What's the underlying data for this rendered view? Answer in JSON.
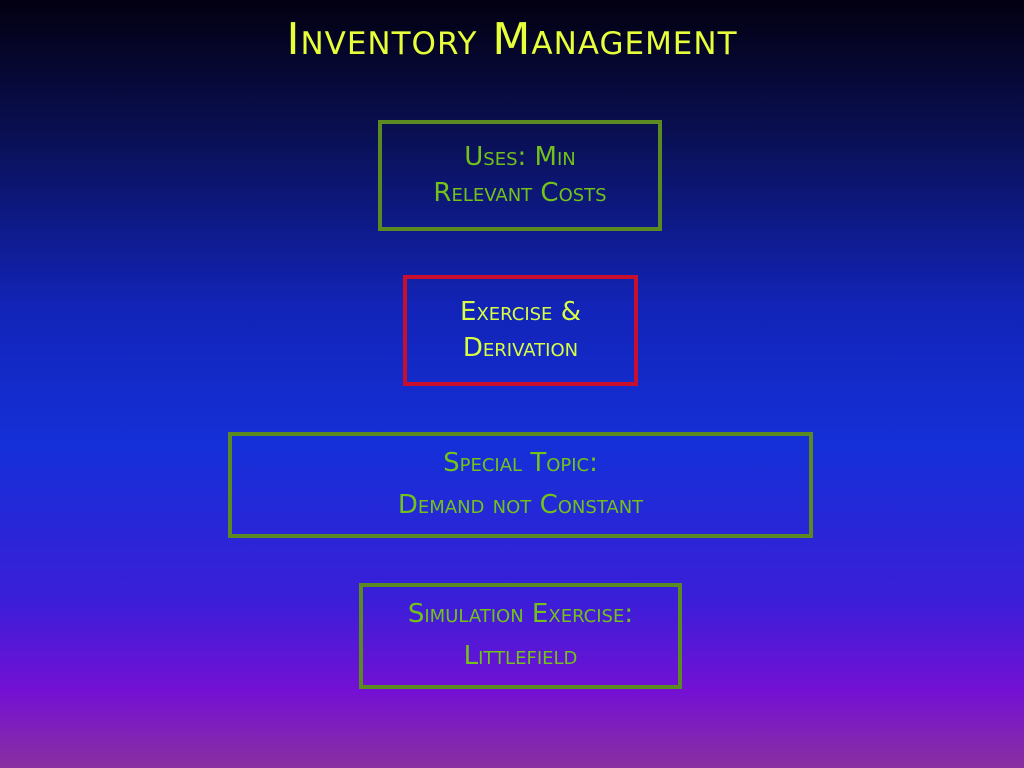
{
  "slide": {
    "title": "Inventory Management",
    "items": [
      {
        "lines": [
          "Uses: Min",
          "Relevant Costs"
        ],
        "active": false
      },
      {
        "lines": [
          "Exercise &",
          "Derivation"
        ],
        "active": true
      },
      {
        "lines": [
          "Special Topic:",
          "Demand not Constant"
        ],
        "active": false
      },
      {
        "lines": [
          "Simulation Exercise:",
          "Littlefield"
        ],
        "active": false
      }
    ]
  },
  "colors": {
    "title": "#e6ff3a",
    "box_border": "#5b8a22",
    "box_text": "#73c21a",
    "active_border": "#c8102e",
    "active_text": "#d8ff44"
  }
}
